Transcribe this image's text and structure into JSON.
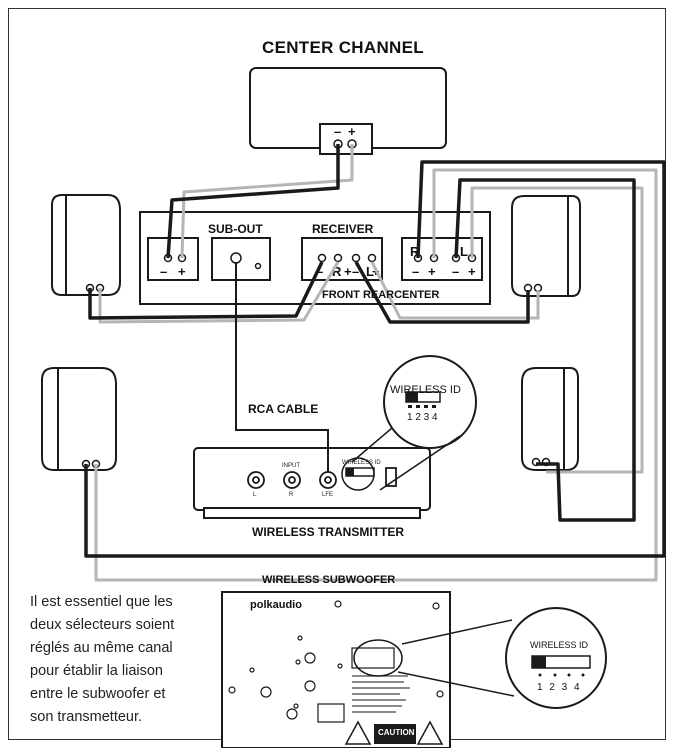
{
  "labels": {
    "center_channel": "CENTER CHANNEL",
    "sub_out": "SUB-OUT",
    "receiver": "RECEIVER",
    "front_rear_center": "FRONT REARCENTER",
    "rca_cable": "RCA CABLE",
    "wireless_transmitter": "WIRELESS TRANSMITTER",
    "wireless_id": "WIRELESS ID",
    "id_numbers": "1 2 3 4",
    "wireless_subwoofer": "WIRELESS SUBWOOFER",
    "brand": "polkaudio",
    "caution": "CAUTION",
    "input": "INPUT",
    "lfe": "LFE",
    "l": "L",
    "r": "R"
  },
  "note": "Il est essentiel que les\ndeux sélecteurs soient\nréglés au même canal\npour établir la liaison\nentre le subwoofer et\nson transmetteur.",
  "colors": {
    "line": "#1a1a1a",
    "cable_gray": "#b5b5b5",
    "background": "#ffffff"
  }
}
